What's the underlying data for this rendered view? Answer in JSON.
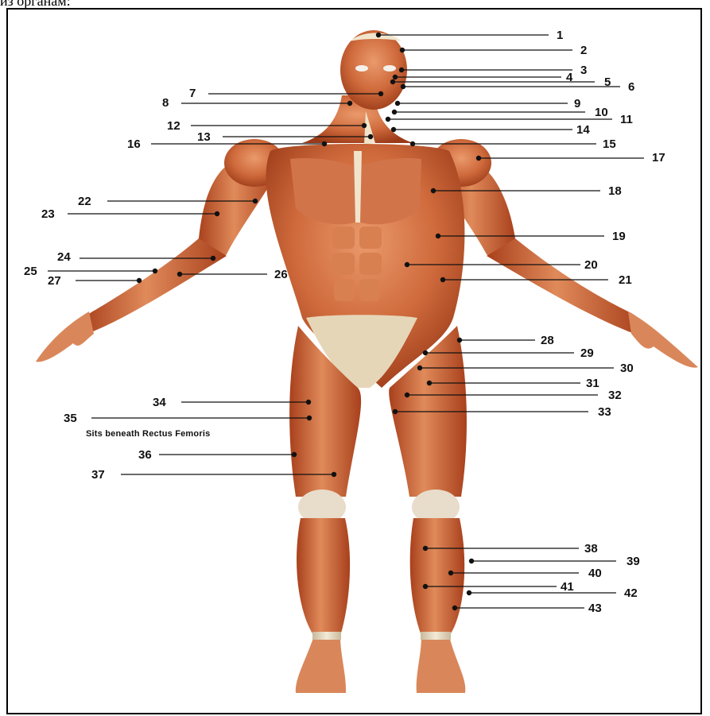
{
  "top_caption": "из органам:",
  "figure": {
    "subject": "anterior human muscular system",
    "labels": [
      "1",
      "2",
      "3",
      "4",
      "5",
      "6",
      "7",
      "8",
      "9",
      "10",
      "11",
      "12",
      "13",
      "14",
      "15",
      "16",
      "17",
      "18",
      "19",
      "20",
      "21",
      "22",
      "23",
      "24",
      "25",
      "26",
      "27",
      "28",
      "29",
      "30",
      "31",
      "32",
      "33",
      "34",
      "35",
      "36",
      "37",
      "38",
      "39",
      "40",
      "41",
      "42",
      "43"
    ],
    "note": "Sits beneath Rectus Femoris",
    "colors": {
      "muscle": "#c85a32",
      "muscle_light": "#e89a70",
      "muscle_dark": "#8e2e12",
      "tendon": "#ece1c8",
      "line": "#111111"
    }
  }
}
